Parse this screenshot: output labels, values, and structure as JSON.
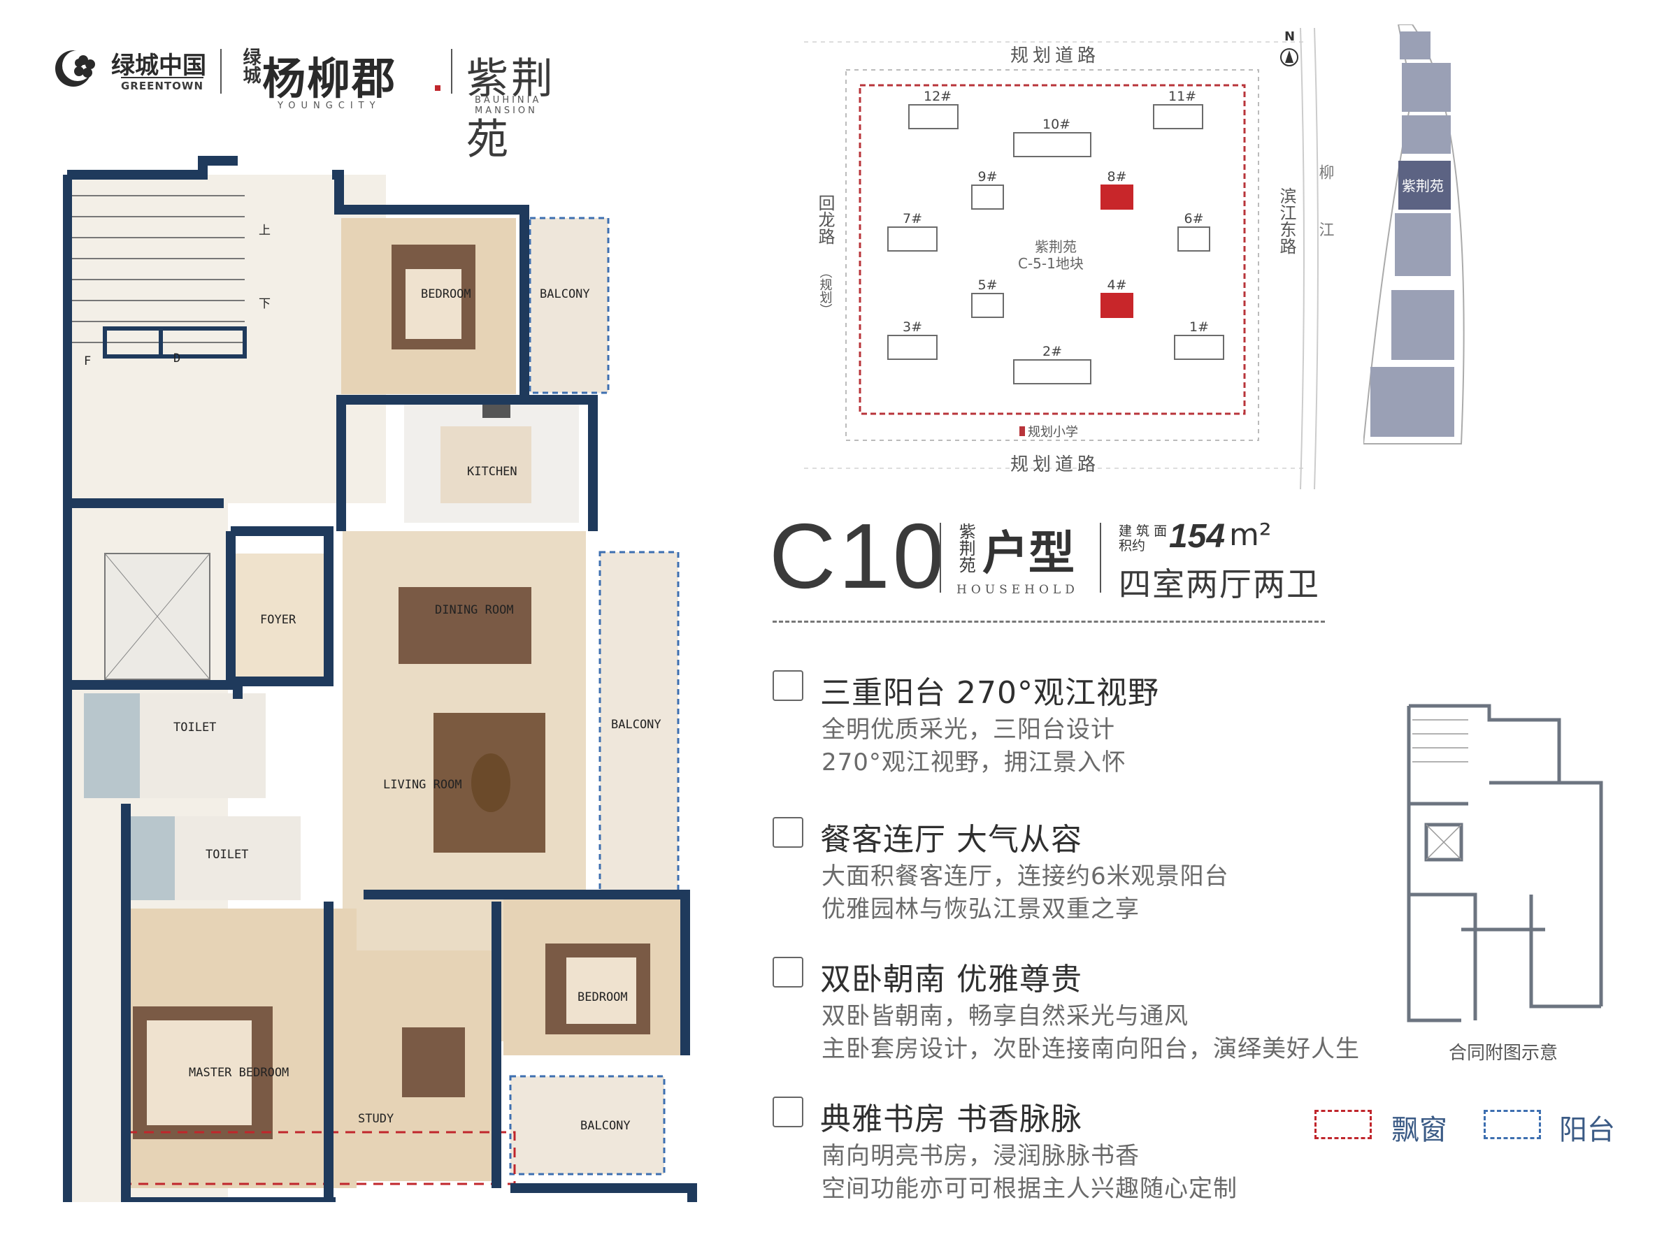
{
  "brand": {
    "logo_cn": "绿城中国",
    "logo_en": "GREENTOWN",
    "city_brand_small": "绿城",
    "project_name": "杨柳郡",
    "project_en": "YOUNGCITY",
    "mansion_name": "紫荆苑",
    "mansion_en": "BAUHINIA MANSION"
  },
  "floorplan": {
    "rooms": {
      "bedroom_top": "BEDROOM",
      "balcony_top": "BALCONY",
      "kitchen": "KITCHEN",
      "dining": "DINING ROOM",
      "living": "LIVING ROOM",
      "balcony_east": "BALCONY",
      "foyer": "FOYER",
      "toilet1": "TOILET",
      "toilet2": "TOILET",
      "master": "MASTER BEDROOM",
      "study": "STUDY",
      "bedroom_south": "BEDROOM",
      "balcony_south": "BALCONY"
    },
    "stair_up": "上",
    "stair_down": "下",
    "shaft_f": "F",
    "shaft_d": "D"
  },
  "siteplan": {
    "road_top": "规划道路",
    "road_bottom": "规划道路",
    "road_left": "回龙路",
    "road_left_note": "（规划）",
    "road_right": "滨江东路",
    "river": "柳江",
    "north": "N",
    "center_name": "紫荆苑",
    "center_plot": "C-5-1地块",
    "school": "规划小学",
    "buildings": [
      "12#",
      "11#",
      "10#",
      "9#",
      "8#",
      "7#",
      "6#",
      "5#",
      "4#",
      "3#",
      "2#",
      "1#"
    ],
    "highlight_buildings": [
      "8#",
      "4#"
    ],
    "highlight_color": "#c8262a",
    "boundary_color": "#b8343a"
  },
  "locator": {
    "label": "紫荆苑",
    "block_color": "#9aa0b5",
    "highlight_color": "#5c6383"
  },
  "header": {
    "type_code": "C10",
    "vertical_name": "紫荆苑",
    "label": "户型",
    "label_en": "HOUSEHOLD",
    "area_label": "建 筑 面积约",
    "area_value": "154",
    "area_unit": "m²",
    "layout": "四室两厅两卫"
  },
  "features": [
    {
      "icon": "balcony-icon",
      "title": "三重阳台 270°观江视野",
      "lines": [
        "全明优质采光，三阳台设计",
        "270°观江视野，拥江景入怀"
      ]
    },
    {
      "icon": "sofa-icon",
      "title": "餐客连厅 大气从容",
      "lines": [
        "大面积餐客连厅，连接约6米观景阳台",
        "优雅园林与恢弘江景双重之享"
      ]
    },
    {
      "icon": "bed-icon",
      "title": "双卧朝南 优雅尊贵",
      "lines": [
        "双卧皆朝南，畅享自然采光与通风",
        "主卧套房设计，次卧连接南向阳台，演绎美好人生"
      ]
    },
    {
      "icon": "desk-icon",
      "title": "典雅书房 书香脉脉",
      "lines": [
        "南向明亮书房，浸润脉脉书香",
        "空间功能亦可可根据主人兴趣随心定制"
      ]
    }
  ],
  "contract": {
    "caption": "合同附图示意"
  },
  "legend": {
    "bay_window": "飘窗",
    "balcony": "阳台",
    "bay_color": "#c0262c",
    "balcony_color": "#3d6fb0"
  },
  "colors": {
    "wall": "#1f3a5c",
    "floor": "#ead9c0",
    "tile": "#f2ece2"
  }
}
